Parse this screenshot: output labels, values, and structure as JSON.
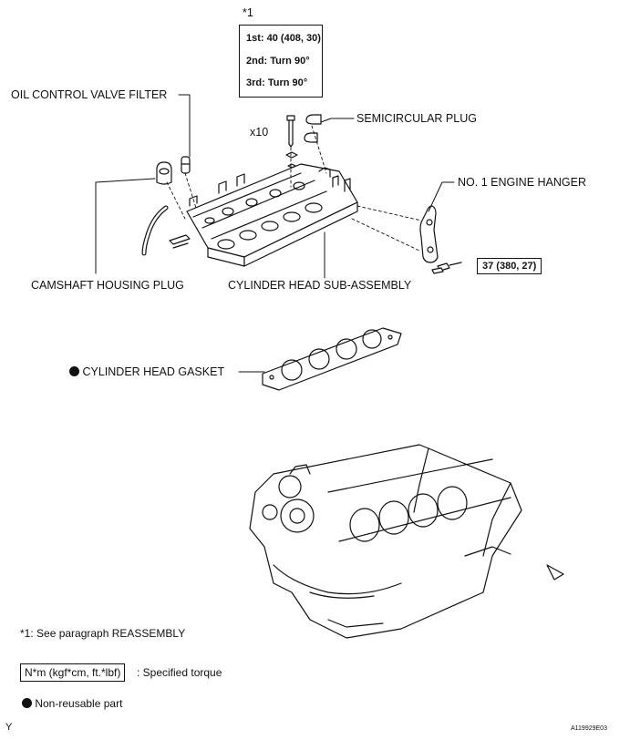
{
  "callout": {
    "marker": "*1",
    "steps": [
      "1st: 40 (408, 30)",
      "2nd: Turn 90°",
      "3rd: Turn 90°"
    ],
    "bolt_qty": "x10"
  },
  "labels": {
    "oil_control_valve_filter": "OIL CONTROL VALVE FILTER",
    "semicircular_plug": "SEMICIRCULAR PLUG",
    "engine_hanger": "NO. 1 ENGINE HANGER",
    "camshaft_housing_plug": "CAMSHAFT HOUSING PLUG",
    "cylinder_head_subassembly": "CYLINDER HEAD SUB-ASSEMBLY",
    "cylinder_head_gasket": "CYLINDER HEAD GASKET"
  },
  "hanger_torque": "37 (380, 27)",
  "notes": {
    "reassembly": "*1: See paragraph REASSEMBLY",
    "torque_unit": "N*m (kgf*cm, ft.*lbf)",
    "torque_desc": ": Specified torque",
    "nonreusable": "Non-reusable part"
  },
  "footer": {
    "corner_letter": "Y",
    "figure_id": "A119929E03"
  },
  "colors": {
    "ink": "#111111",
    "background": "#ffffff"
  }
}
